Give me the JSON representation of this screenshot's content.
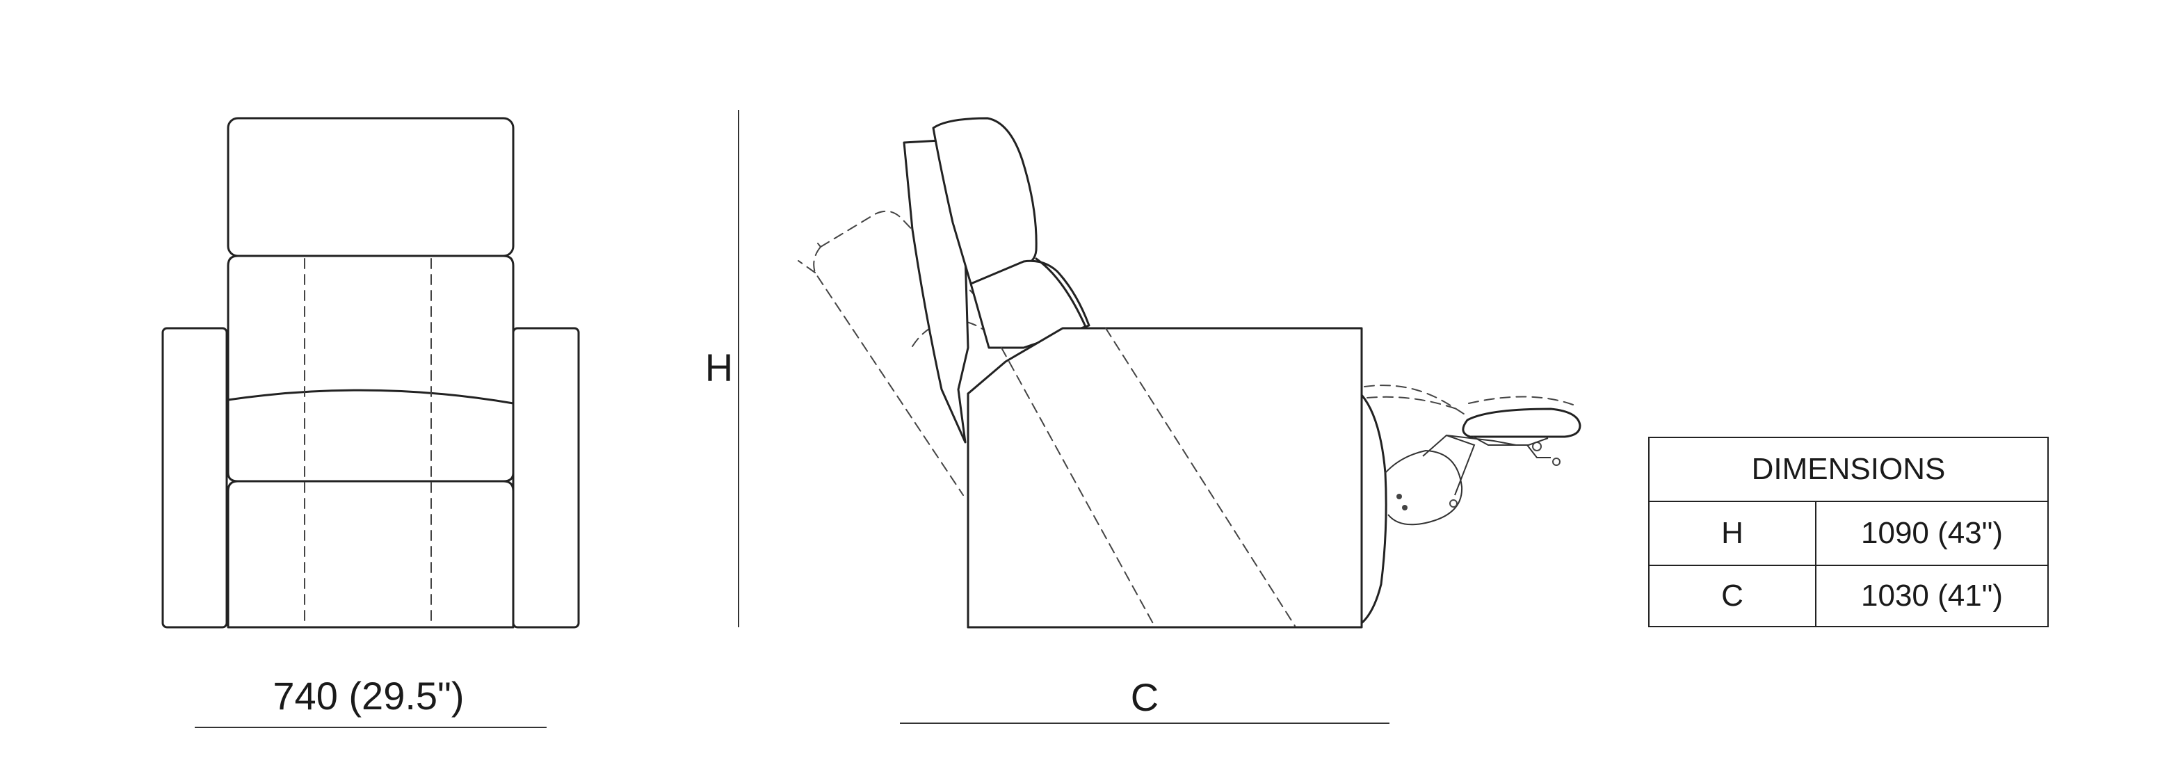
{
  "front_view": {
    "width_label": "740 (29.5\")"
  },
  "side_view": {
    "height_label": "H",
    "depth_label": "C"
  },
  "dimensions_table": {
    "title": "DIMENSIONS",
    "rows": [
      {
        "key": "H",
        "value": "1090 (43\")"
      },
      {
        "key": "C",
        "value": "1030 (41\")"
      }
    ]
  },
  "colors": {
    "line": "#222222",
    "background": "#ffffff"
  }
}
